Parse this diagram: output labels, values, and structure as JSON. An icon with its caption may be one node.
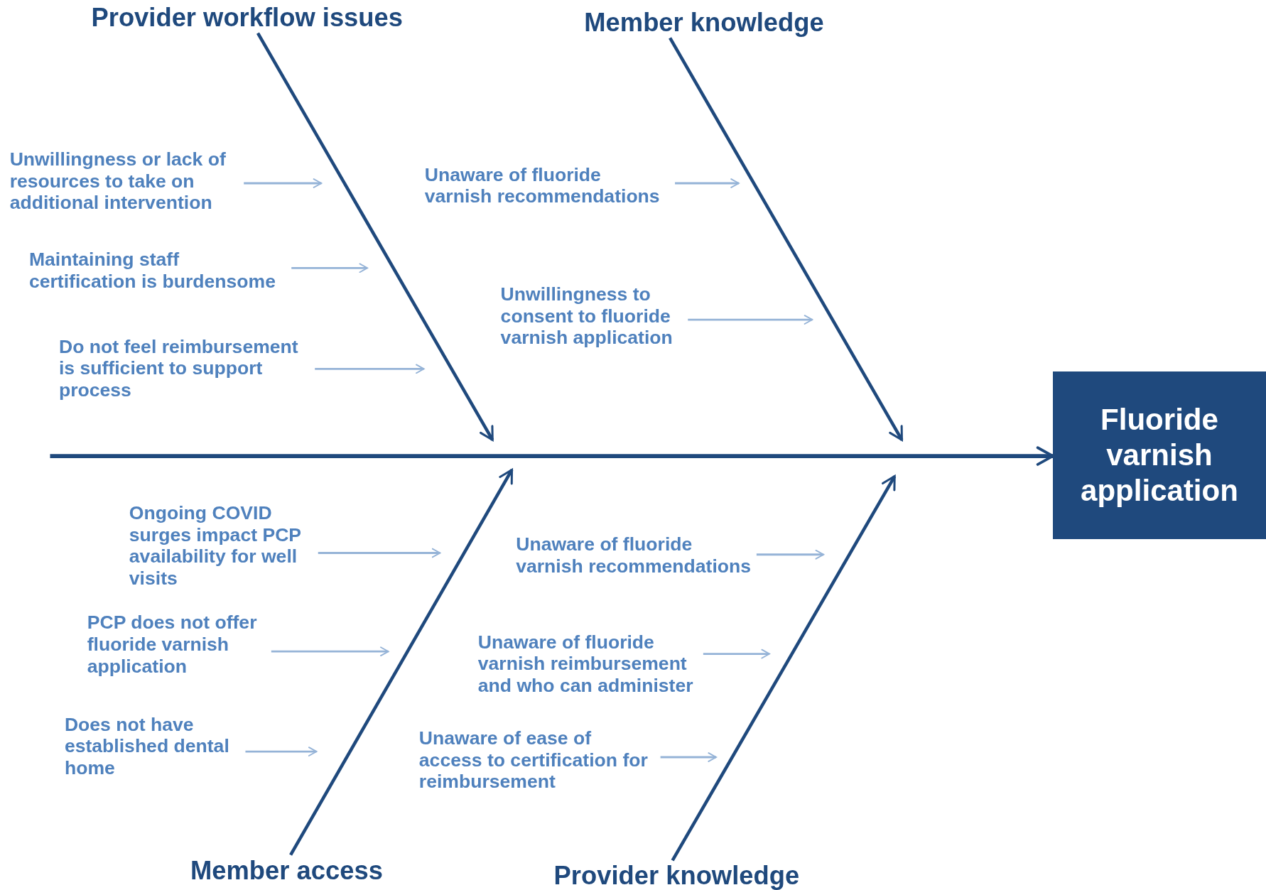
{
  "diagram": {
    "nodes": [
      {
        "text": [
          "Fluoride varnish application"
        ]
      },
      {
        "text": [
          "Provider workflow issues"
        ]
      },
      {
        "text": [
          "Member knowledge"
        ]
      },
      {
        "text": [
          "Member access"
        ]
      },
      {
        "text": [
          "Provider knowledge"
        ]
      },
      {
        "text": [
          "Unwillingness or lack of resources to take on additional intervention"
        ]
      },
      {
        "text": [
          "Maintaining staff certification is burdensome"
        ]
      },
      {
        "text": [
          "Do not feel reimbursement is sufficient to support process"
        ]
      },
      {
        "text": [
          "Unaware of fluoride varnish recommendations"
        ]
      },
      {
        "text": [
          "Unwillingness to consent to fluoride varnish application"
        ]
      },
      {
        "text": [
          "Ongoing COVID surges impact PCP availability for well visits"
        ]
      },
      {
        "text": [
          "PCP does not offer fluoride varnish application"
        ]
      },
      {
        "text": [
          "Does not have established dental home"
        ]
      },
      {
        "text": [
          "Unaware of fluoride varnish recommendations"
        ]
      },
      {
        "text": [
          "Unaware of fluoride varnish reimbursement and who can administer"
        ]
      },
      {
        "text": [
          "Unaware of ease of access to certification for reimbursement"
        ]
      }
    ],
    "edges": [
      {
        "from": null,
        "to": 0,
        "arrow": "to",
        "style": "thick",
        "color": "#1f497d"
      },
      {
        "from": 1,
        "to": null,
        "arrow": "to",
        "color": "#1f497d"
      },
      {
        "from": 2,
        "to": null,
        "arrow": "to",
        "color": "#1f497d"
      },
      {
        "from": 3,
        "to": null,
        "arrow": "to",
        "color": "#1f497d"
      },
      {
        "from": 4,
        "to": null,
        "arrow": "to",
        "color": "#1f497d"
      },
      {
        "from": 5,
        "to": null,
        "arrow": "to"
      },
      {
        "from": 6,
        "to": null,
        "arrow": "to"
      },
      {
        "from": 7,
        "to": null,
        "arrow": "to"
      },
      {
        "from": 8,
        "to": null,
        "arrow": "to"
      },
      {
        "from": 9,
        "to": null,
        "arrow": "to"
      },
      {
        "from": 10,
        "to": null,
        "arrow": "to"
      },
      {
        "from": 11,
        "to": null,
        "arrow": "to"
      },
      {
        "from": 12,
        "to": null,
        "arrow": "to"
      },
      {
        "from": 13,
        "to": null,
        "arrow": "to"
      },
      {
        "from": 14,
        "to": null,
        "arrow": "to"
      },
      {
        "from": 15,
        "to": null,
        "arrow": "to"
      }
    ]
  }
}
